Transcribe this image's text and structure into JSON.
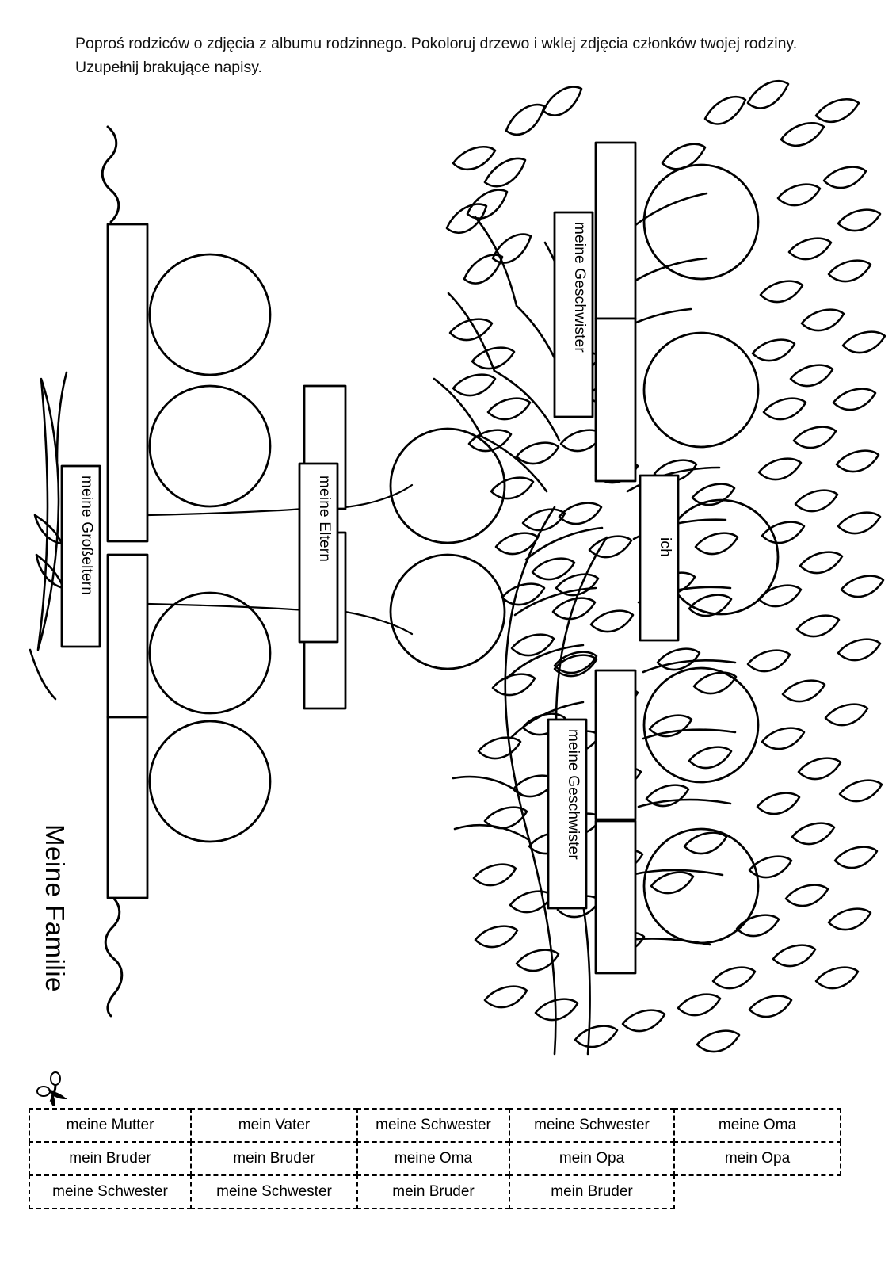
{
  "worksheet": {
    "instruction": "Poproś rodziców o zdjęcia z albumu rodzinnego. Pokoloruj drzewo i wklej zdjęcia członków twojej rodziny. Uzupełnij brakujące napisy.",
    "title": "Meine Familie"
  },
  "tree_labels": {
    "grandparents": "meine Großeltern",
    "parents": "meine Eltern",
    "siblings_top": "meine Geschwister",
    "self": "ich",
    "siblings_bottom": "meine Geschwister"
  },
  "slots": {
    "grandparent_name_boxes": 4,
    "grandparent_photo_circles": 4,
    "parent_name_boxes": 2,
    "parent_photo_circles": 2,
    "siblings_top_name_boxes": 2,
    "siblings_top_photo_circles": 2,
    "self_photo_circles": 1,
    "siblings_bottom_name_boxes": 2,
    "siblings_bottom_photo_circles": 2
  },
  "cutouts": {
    "scissors_icon": "scissors-icon",
    "rows": [
      [
        "meine Mutter",
        "mein Vater",
        "meine Schwester",
        "meine Schwester",
        "meine Oma"
      ],
      [
        "mein Bruder",
        "mein Bruder",
        "meine Oma",
        "mein Opa",
        "mein Opa"
      ],
      [
        "meine Schwester",
        "meine Schwester",
        "mein Bruder",
        "mein Bruder"
      ]
    ]
  },
  "colors": {
    "ink": "#000000",
    "paper": "#ffffff"
  }
}
